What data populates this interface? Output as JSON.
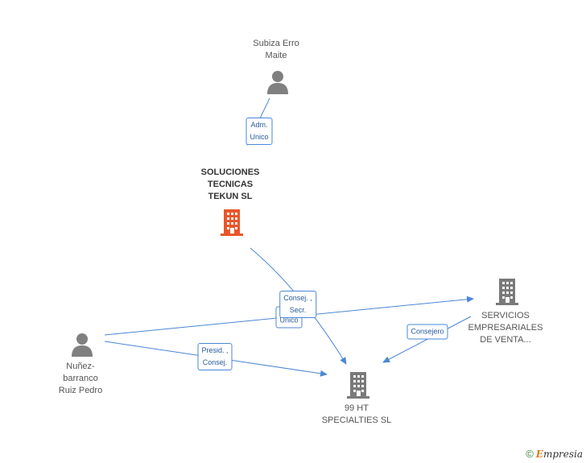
{
  "nodes": {
    "subiza": {
      "lines": [
        "Subiza Erro",
        "Maite"
      ],
      "type": "person"
    },
    "soluciones": {
      "lines": [
        "SOLUCIONES",
        "TECNICAS",
        "TEKUN SL"
      ],
      "type": "company-main"
    },
    "servicios": {
      "lines": [
        "SERVICIOS",
        "EMPRESARIALES",
        "DE VENTA..."
      ],
      "type": "company"
    },
    "nunez": {
      "lines": [
        "Nuñez-",
        "barranco",
        "Ruiz Pedro"
      ],
      "type": "person"
    },
    "ht99": {
      "lines": [
        "99 HT",
        "SPECIALTIES SL"
      ],
      "type": "company"
    }
  },
  "edge_labels": {
    "adm_unico": [
      "Adm.",
      "Unico"
    ],
    "adm_unico_back": [
      "Unico"
    ],
    "consej_secr": [
      "Consej. ,",
      "Secr."
    ],
    "presid_consej": [
      "Presid. ,",
      "Consej."
    ],
    "consejero": [
      "Consejero"
    ]
  },
  "colors": {
    "edge": "#4a86d6",
    "person_icon": "#808080",
    "company_icon": "#7a7a7a",
    "main_company_icon": "#e8562a"
  },
  "footer": {
    "copyright": "©",
    "brand_first": "E",
    "brand_rest": "mpresia"
  }
}
